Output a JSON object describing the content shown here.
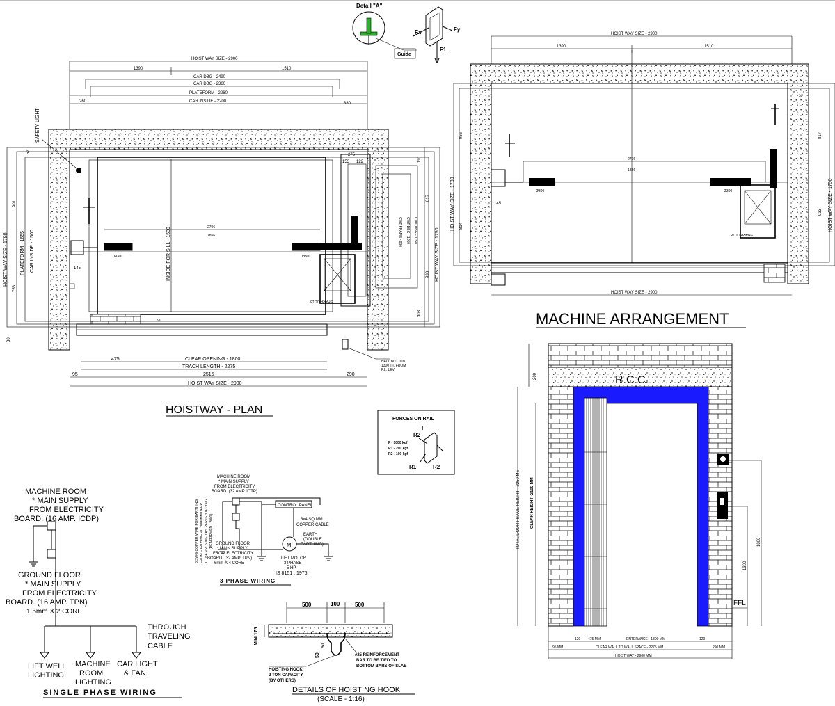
{
  "detail_a": {
    "title": "Detail \"A\"",
    "guide": "Guide",
    "fx": "Fx",
    "fy": "Fy",
    "f1": "F1"
  },
  "hoistway_plan": {
    "title": "HOISTWAY - PLAN",
    "dims": {
      "hoist_way_size_top": "HOIST WAY SIZE - 2900",
      "left_1390": "1390",
      "right_1510": "1510",
      "car_dbg_2490": "CAR DBG - 2490",
      "car_dbg_2360": "CAR DBG - 2360",
      "plateform_2260": "PLATEFORM - 2260",
      "car_inside_2200": "CAR INSIDE - 2200",
      "d260": "260",
      "d380": "380",
      "d275": "275",
      "d153": "153",
      "d122": "122",
      "d191": "191",
      "d817": "817",
      "d933": "933",
      "d308": "308",
      "d52": "52",
      "d901": "901",
      "d756": "756",
      "d30": "30",
      "hoist_way_size_1780": "HOIST WAY SIZE - 1780",
      "plateform_1655": "PLATEFORM - 1655",
      "car_inside_1500": "CAR INSIDE - 1500",
      "inside_for_sill": "INSIDE FOR SILL - 1530",
      "hoist_way_size_1750": "HOIST WAY SIZE - 1750",
      "cwt_frame": "CWT FRAME - 880",
      "cwt_dbg": "CWT DBG - 1050",
      "cwt_dbg2": "CWT DBG - 1150",
      "d2706": "2706",
      "d1856": "1856",
      "o300a": "Ø300",
      "o300b": "Ø300",
      "d145": "145",
      "d90": "90",
      "clear_opening": "CLEAR OPENING - 1800",
      "d475": "475",
      "trach_length": "TRACH LENGTH - 2275",
      "d95": "95",
      "d2515": "2515",
      "d290": "290",
      "hoist_way_size_bottom": "HOIST WAY SIZE - 2900",
      "safety_light": "SAFETY LIGHT",
      "sharp": "SHARP OL 18",
      "hall_button": "HALL BUTTON",
      "hall_button_2": "1300 TT. FROM",
      "hall_button_3": "F.L. LEV."
    }
  },
  "machine_arrangement": {
    "title": "MACHINE ARRANGEMENT",
    "dims": {
      "hoist_way_size_top": "HOIST WAY SIZE - 2900",
      "d1390": "1390",
      "d1510": "1510",
      "d122": "122",
      "d956": "956",
      "d817": "817",
      "hoist_way_size_1780": "HOIST WAY SIZE - 1780",
      "hoist_way_size_1750": "HOIST WAY SIZE - 1750",
      "d814": "814",
      "d933": "933",
      "d2706": "2706",
      "d1856": "1856",
      "o300a": "Ø300",
      "o300b": "Ø300",
      "d145": "145",
      "hoist_way_size_bottom": "HOIST WAY SIZE - 2900",
      "sharp": "SHARP OL 18"
    }
  },
  "forces_on_rail": {
    "title": "FORCES ON RAIL",
    "f": "F",
    "r2": "R2",
    "r1": "R1",
    "r2b": "R2",
    "f_val": "F - 1000 kgf",
    "r1_val": "R1 - 200 kgf",
    "r2_val": "R2 - 100 kgf"
  },
  "door_elevation": {
    "rcc": "R.C.C.",
    "d200": "200",
    "total_height": "TOTAL DOOR FRAME HEIGHT - 2250 MM",
    "clear_height": "CLEAR HEIGHT -2100 MM",
    "d1800": "1800",
    "d1300": "1300",
    "ffl": "FFL",
    "d120a": "120",
    "d475": "475 MM",
    "entrance": "ENTERANCE - 1800 MM",
    "d120b": "120",
    "d95": "95 MM",
    "clear_wall": "CLEAR WALL TO WALL SPACE - 2275 MM",
    "d290": "290 MM",
    "hoist_way": "HOIST WAY - 2900 MM"
  },
  "single_phase": {
    "title": "SINGLE PHASE WIRING",
    "mr1": "MACHINE ROOM",
    "mr2": "* MAIN SUPPLY",
    "mr3": "FROM ELECTRICITY",
    "mr4": "BOARD. (16 AMP. ICDP)",
    "gf1": "GROUND FLOOR",
    "gf2": "* MAIN SUPPLY",
    "gf3": "FROM ELECTRICITY",
    "gf4": "BOARD. (16 AMP. TPN)",
    "gf5": "1.5mm X 2 CORE",
    "tc1": "THROUGH",
    "tc2": "TRAVELING",
    "tc3": "CABLE",
    "lw1": "LIFT WELL",
    "lw2": "LIGHTING",
    "mrl1": "MACHINE",
    "mrl2": "ROOM",
    "mrl3": "LIGHTING",
    "cl1": "CAR LIGHT",
    "cl2": "& FAN"
  },
  "three_phase": {
    "title": "3 PHASE WIRING",
    "mr1": "MACHINE ROOM",
    "mr2": "* MAIN SUPPLY",
    "mr3": "FROM ELECTRICITY",
    "mr4": "BOARD. (32 AMP. ICTP)",
    "earth_note1": "8 SWG COPPER WIRE FOR EARTHING",
    "earth_note2": "FROM EARTHING PIT 3000MM DEEP",
    "earth_note3": "TO BE PROVIDED AS PER IS 3043:1987",
    "earth_note4": "(REAFFIRMED : 2001)",
    "control_panel": "CONTROL PANEL",
    "cable1": "3x4 SQ MM",
    "cable2": "COPPER CABLE",
    "earth1": "EARTH",
    "earth2": "(DOUBLE",
    "earth3": "EARTHING)",
    "gf1": "GROUND FLOOR",
    "gf2": "* MAIN SUPPLY",
    "gf3": "FROM ELECTRICITY",
    "gf4": "BOARD. (32 AMP. TPN)",
    "gf5": "6mm X 4 CORE",
    "motor": "M",
    "lm1": "LIFT MOTOR",
    "lm2": "3 PHASE",
    "lm3": "5 HP",
    "is": "IS 8151 : 1976"
  },
  "hoisting_hook": {
    "title": "DETAILS OF HOISTING HOOK",
    "scale": "(SCALE - 1:16)",
    "d500a": "500",
    "d100": "100",
    "d500b": "500",
    "min175": "MIN.175",
    "d50a": "50",
    "d50b": "50",
    "hook1": "HOISTING HOOK:",
    "hook2": "2 TON CAPACITY",
    "hook3": "(BY OTHERS)",
    "bar1": "#25 REINFORCEMENT",
    "bar2": "BAR TO BE TIED TO",
    "bar3": "BOTTOM BARS OF SLAB"
  },
  "colors": {
    "door_frame": "#1a1aff",
    "ink": "#000000"
  }
}
